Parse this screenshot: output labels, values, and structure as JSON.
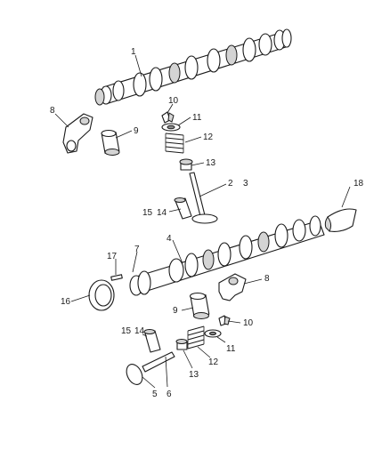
{
  "callouts": {
    "c1": "1",
    "c2": "2",
    "c3": "3",
    "c4": "4",
    "c5": "5",
    "c6": "6",
    "c7": "7",
    "c8_top": "8",
    "c8_bottom": "8",
    "c9_top": "9",
    "c9_bottom": "9",
    "c10_top": "10",
    "c10_bottom": "10",
    "c11_top": "11",
    "c11_bottom": "11",
    "c12_top": "12",
    "c12_bottom": "12",
    "c13_top": "13",
    "c13_bottom": "13",
    "c14_top": "14",
    "c14_bottom": "14",
    "c15_top": "15",
    "c15_bottom": "15",
    "c16": "16",
    "c17": "17",
    "c18": "18"
  }
}
